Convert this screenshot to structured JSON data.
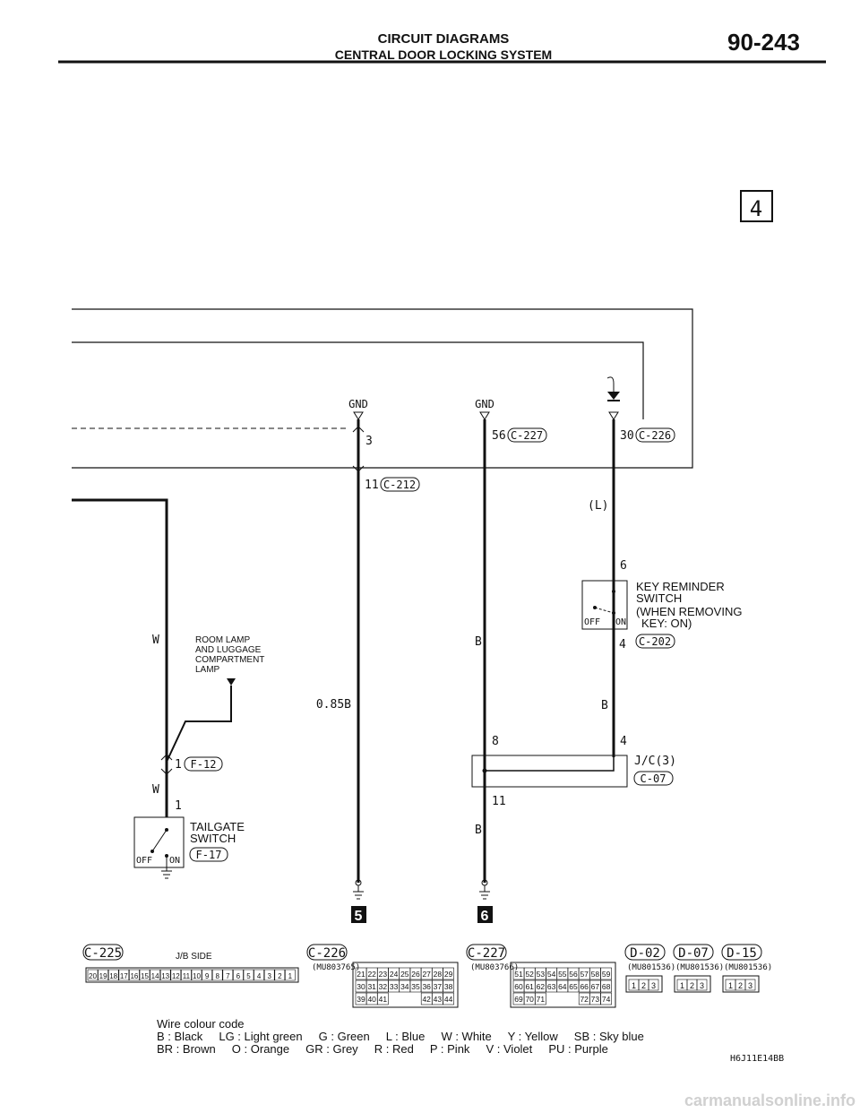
{
  "header": {
    "title": "CIRCUIT DIAGRAMS",
    "subtitle": "CENTRAL DOOR LOCKING SYSTEM",
    "page": "90-243"
  },
  "page_marker": "4",
  "grounds": {
    "gnd1": "GND",
    "gnd2": "GND"
  },
  "wires": {
    "c212": {
      "pin_top": "3",
      "pin": "11",
      "conn": "C-212",
      "color": "0.85B",
      "marker": "5"
    },
    "c227": {
      "pin": "56",
      "conn": "C-227",
      "color": "B",
      "marker": "6"
    },
    "c226": {
      "pin": "30",
      "conn": "C-226",
      "color": "(L)"
    },
    "tailgate": {
      "color_top": "W",
      "color_bottom": "W"
    }
  },
  "key_reminder": {
    "label": [
      "KEY REMINDER",
      "SWITCH",
      "(WHEN REMOVING",
      "KEY: ON)"
    ],
    "pin_top": "6",
    "pin_bottom": "4",
    "conn": "C-202",
    "off": "OFF",
    "on": "ON",
    "wire_color": "B"
  },
  "jc": {
    "label": "J/C(3)",
    "conn": "C-07",
    "pin_left": "8",
    "pin_right": "4",
    "pin_bottom": "11",
    "wire_color": "B"
  },
  "room_lamp": {
    "label": [
      "ROOM LAMP",
      "AND LUGGAGE",
      "COMPARTMENT",
      "LAMP"
    ]
  },
  "f12": {
    "pin": "1",
    "conn": "F-12"
  },
  "tailgate_switch": {
    "label": [
      "TAILGATE",
      "SWITCH"
    ],
    "conn": "F-17",
    "pin": "1",
    "off": "OFF",
    "on": "ON"
  },
  "connectors": {
    "c225": {
      "name": "C-225",
      "note": "J/B SIDE",
      "pins": [
        "20",
        "19",
        "18",
        "17",
        "16",
        "15",
        "14",
        "13",
        "12",
        "11",
        "10",
        "9",
        "8",
        "7",
        "6",
        "5",
        "4",
        "3",
        "2",
        "1"
      ]
    },
    "c226": {
      "name": "C-226",
      "part": "(MU803765)",
      "rows": [
        [
          "21",
          "22",
          "23",
          "24",
          "25",
          "26",
          "27",
          "28",
          "29"
        ],
        [
          "30",
          "31",
          "32",
          "33",
          "34",
          "35",
          "36",
          "37",
          "38"
        ],
        [
          "39",
          "40",
          "41",
          "",
          "",
          "",
          "42",
          "43",
          "44"
        ]
      ]
    },
    "c227": {
      "name": "C-227",
      "part": "(MU803766)",
      "rows": [
        [
          "51",
          "52",
          "53",
          "54",
          "55",
          "56",
          "57",
          "58",
          "59"
        ],
        [
          "60",
          "61",
          "62",
          "63",
          "64",
          "65",
          "66",
          "67",
          "68"
        ],
        [
          "69",
          "70",
          "71",
          "",
          "",
          "",
          "72",
          "73",
          "74"
        ]
      ]
    },
    "d02": {
      "name": "D-02",
      "part": "(MU801536)",
      "pins": [
        "1",
        "2",
        "3"
      ]
    },
    "d07": {
      "name": "D-07",
      "part": "(MU801536)",
      "pins": [
        "1",
        "2",
        "3"
      ]
    },
    "d15": {
      "name": "D-15",
      "part": "(MU801536)",
      "pins": [
        "1",
        "2",
        "3"
      ]
    }
  },
  "legend": {
    "title": "Wire colour code",
    "line1": "B : Black     LG : Light green     G : Green     L : Blue     W : White     Y : Yellow     SB : Sky blue",
    "line2": "BR : Brown     O : Orange     GR : Grey     R : Red     P : Pink     V : Violet     PU : Purple"
  },
  "figure_id": "H6J11E14BB",
  "watermark": "carmanualsonline.info"
}
